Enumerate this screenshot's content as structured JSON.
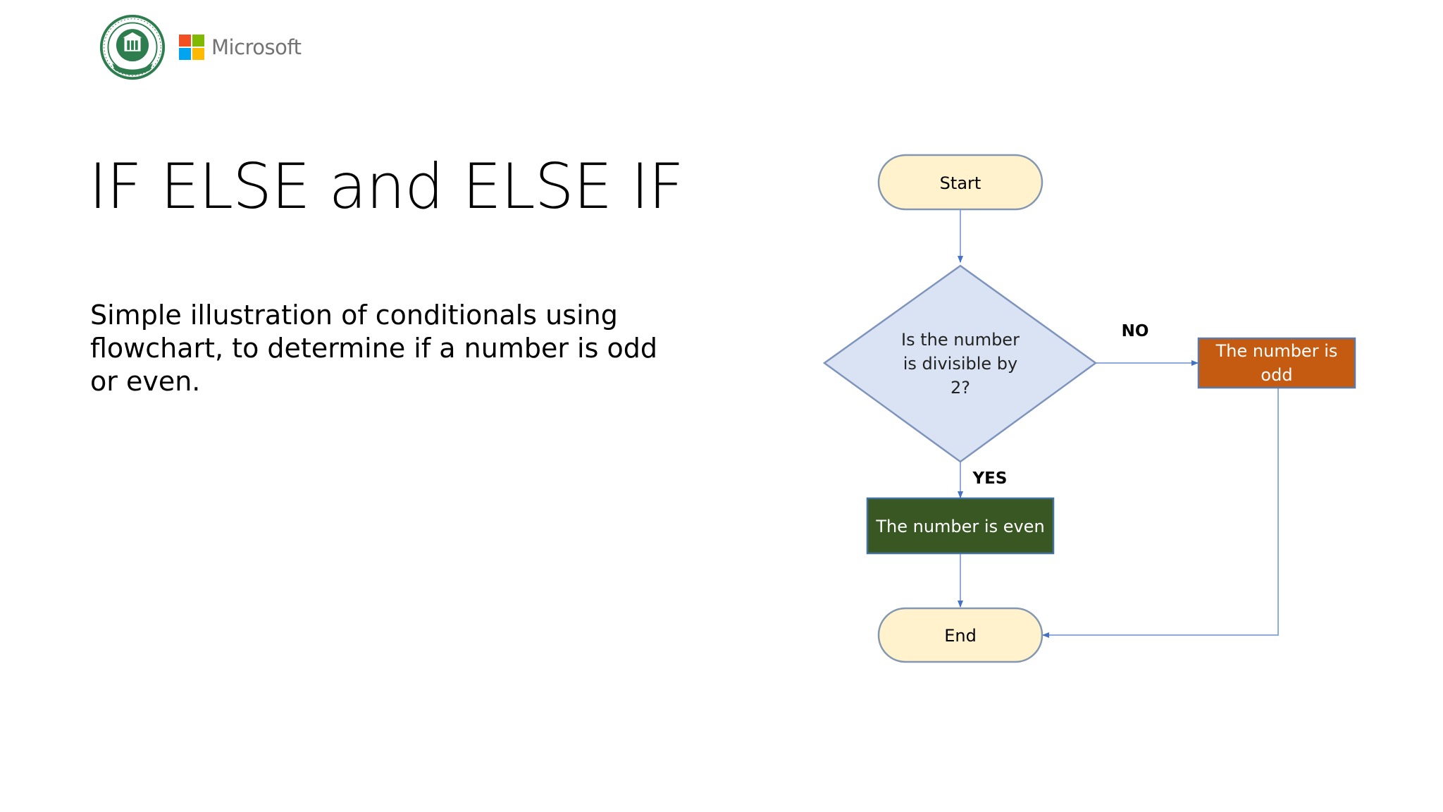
{
  "header": {
    "seal_logo": "cbse-seal-logo",
    "brand_name": "Microsoft",
    "brand_colors": [
      "#f25022",
      "#7fba00",
      "#00a4ef",
      "#ffb900"
    ]
  },
  "slide": {
    "title": "IF ELSE and ELSE IF",
    "body": "Simple illustration of conditionals using flowchart, to determine if a number is odd or even."
  },
  "flowchart": {
    "nodes": {
      "start": {
        "label": "Start",
        "shape": "terminator",
        "fill": "#fff2cc"
      },
      "decision": {
        "lines": [
          "Is the number",
          "is divisible by",
          "2?"
        ],
        "shape": "diamond",
        "fill": "#dae3f3"
      },
      "even": {
        "label": "The number is even",
        "shape": "process",
        "fill": "#385723"
      },
      "odd": {
        "lines": [
          "The number is",
          "odd"
        ],
        "shape": "process",
        "fill": "#c55a11"
      },
      "end": {
        "label": "End",
        "shape": "terminator",
        "fill": "#fff2cc"
      }
    },
    "edges": {
      "yes_label": "YES",
      "no_label": "NO",
      "connector_color": "#8faadc",
      "arrow_color": "#4472c4"
    }
  }
}
